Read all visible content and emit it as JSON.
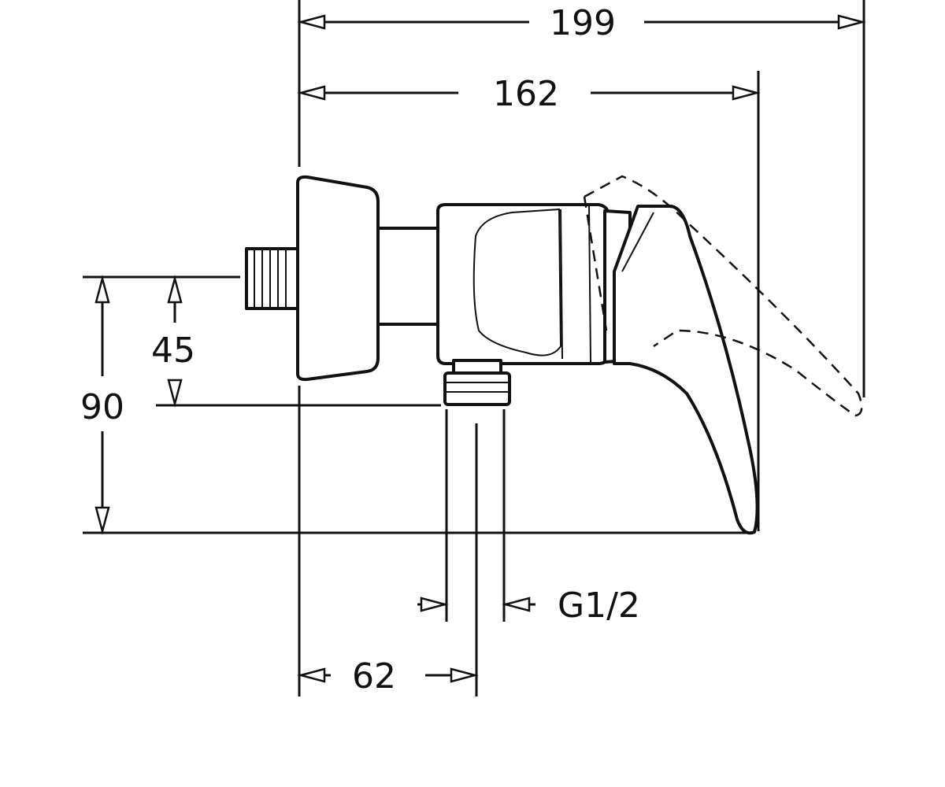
{
  "dimensions": {
    "overall_length": "199",
    "body_length": "162",
    "total_height": "90",
    "inlet_height": "45",
    "outlet_offset": "62",
    "outlet_thread": "G1/2"
  },
  "colors": {
    "line": "#111111",
    "background": "#ffffff"
  }
}
